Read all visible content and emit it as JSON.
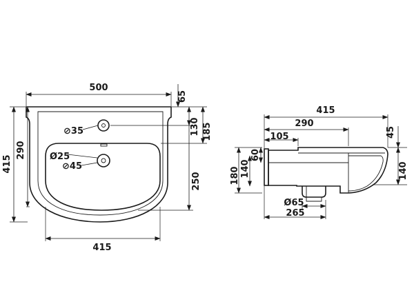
{
  "front_view": {
    "width_top": "500",
    "width_bowl": "415",
    "height_total": "415",
    "height_mid": "290",
    "deck_offset": "65",
    "tap_hole_offset": "130",
    "deck_depth": "185",
    "bowl_depth": "250",
    "tap_hole_dia": "⊘35",
    "overflow_dia": "Ø25",
    "drain_dia": "⊘45"
  },
  "side_view": {
    "depth_total": "415",
    "depth_bowl": "290",
    "wall_offset": "105",
    "rim_height": "45",
    "height_total": "180",
    "height_body": "140",
    "height_top": "60",
    "height_right": "140",
    "waste_dia": "Ø65",
    "waste_offset": "265"
  }
}
